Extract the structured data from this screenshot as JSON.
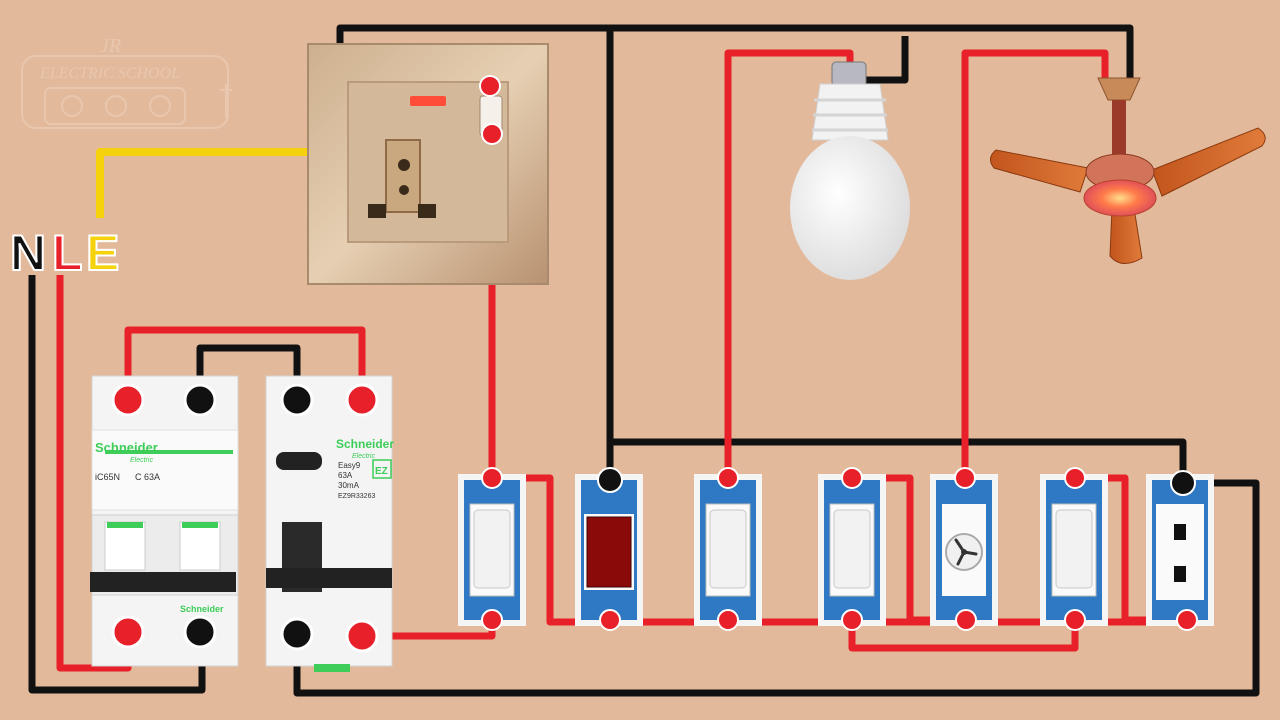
{
  "watermark": {
    "logo_letters": "JR",
    "text": "ELECTRIC SCHOOL"
  },
  "supply_labels": {
    "neutral": "N",
    "live": "L",
    "earth": "E"
  },
  "mcb": {
    "brand": "Schneider",
    "brand_sub": "Electric",
    "model": "iC65N",
    "rating": "C 63A"
  },
  "rccb": {
    "brand": "Schneider",
    "brand_sub": "Electric",
    "model": "Easy9",
    "rating": "63A",
    "sensitivity": "30mA",
    "part_number": "EZ9R33263",
    "logo": "EZ"
  },
  "colors": {
    "background": "#e3b99b",
    "live_wire": "#e8202a",
    "neutral_wire": "#111111",
    "earth_wire": "#f5d20c",
    "switch_plate_blue": "#2f78c4",
    "schneider_green": "#3dcd58"
  },
  "icons": {
    "socket_top": "universal-socket-icon",
    "bulb": "led-bulb-icon",
    "fan": "ceiling-fan-icon",
    "indicator": "indicator-lamp-icon",
    "regulator": "fan-regulator-icon",
    "socket_module": "two-pin-socket-icon"
  }
}
